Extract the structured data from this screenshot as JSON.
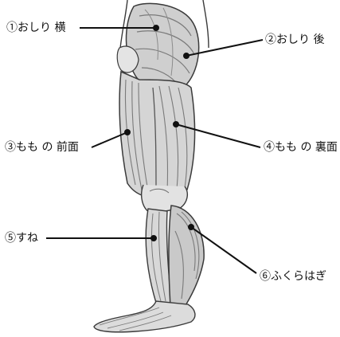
{
  "labels": {
    "hip_side": "①おしり 横",
    "hip_back": "②おしり 後",
    "thigh_front": "③もも の 前面",
    "thigh_back": "④もも の 裏面",
    "shin": "⑤すね",
    "calf": "⑥ふくらはぎ"
  },
  "colors": {
    "line": "#111111",
    "muscle_outline": "#3a3a3a",
    "muscle_fill": "#d9d9d9",
    "muscle_shade": "#9a9a9a"
  }
}
